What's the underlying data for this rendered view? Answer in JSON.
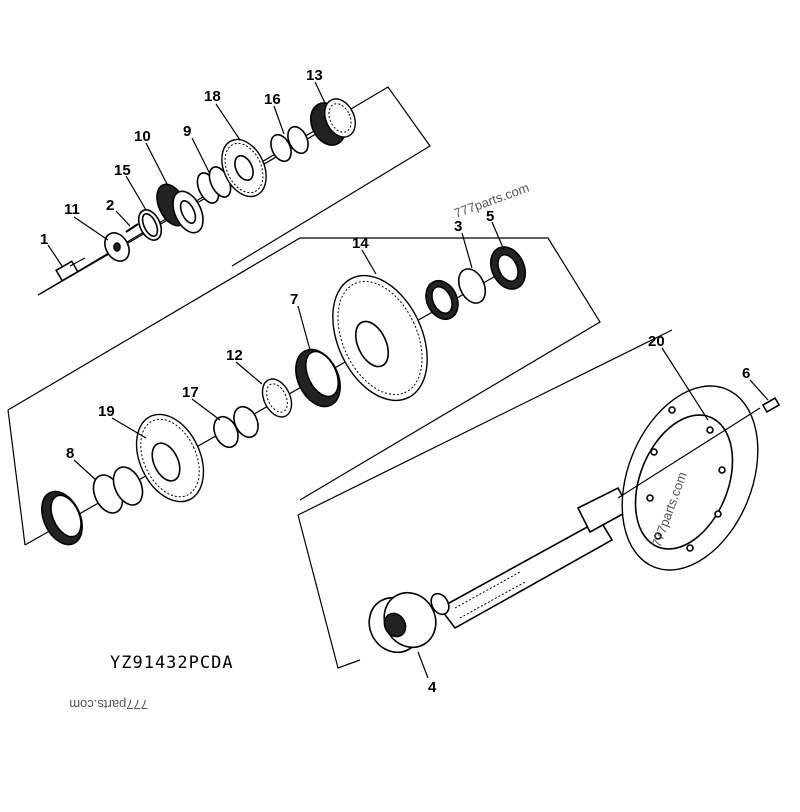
{
  "diagram": {
    "code": "YZ91432PCDA",
    "watermarks": [
      "777parts.com",
      "777parts.com",
      "777parts.com"
    ],
    "callouts": [
      {
        "id": "c1",
        "label": "1"
      },
      {
        "id": "c11",
        "label": "11"
      },
      {
        "id": "c2",
        "label": "2"
      },
      {
        "id": "c15",
        "label": "15"
      },
      {
        "id": "c10",
        "label": "10"
      },
      {
        "id": "c9",
        "label": "9"
      },
      {
        "id": "c18",
        "label": "18"
      },
      {
        "id": "c16",
        "label": "16"
      },
      {
        "id": "c13",
        "label": "13"
      },
      {
        "id": "c14",
        "label": "14"
      },
      {
        "id": "c3",
        "label": "3"
      },
      {
        "id": "c5",
        "label": "5"
      },
      {
        "id": "c7",
        "label": "7"
      },
      {
        "id": "c12",
        "label": "12"
      },
      {
        "id": "c17",
        "label": "17"
      },
      {
        "id": "c19",
        "label": "19"
      },
      {
        "id": "c8",
        "label": "8"
      },
      {
        "id": "c20",
        "label": "20"
      },
      {
        "id": "c6",
        "label": "6"
      },
      {
        "id": "c4",
        "label": "4"
      }
    ]
  }
}
